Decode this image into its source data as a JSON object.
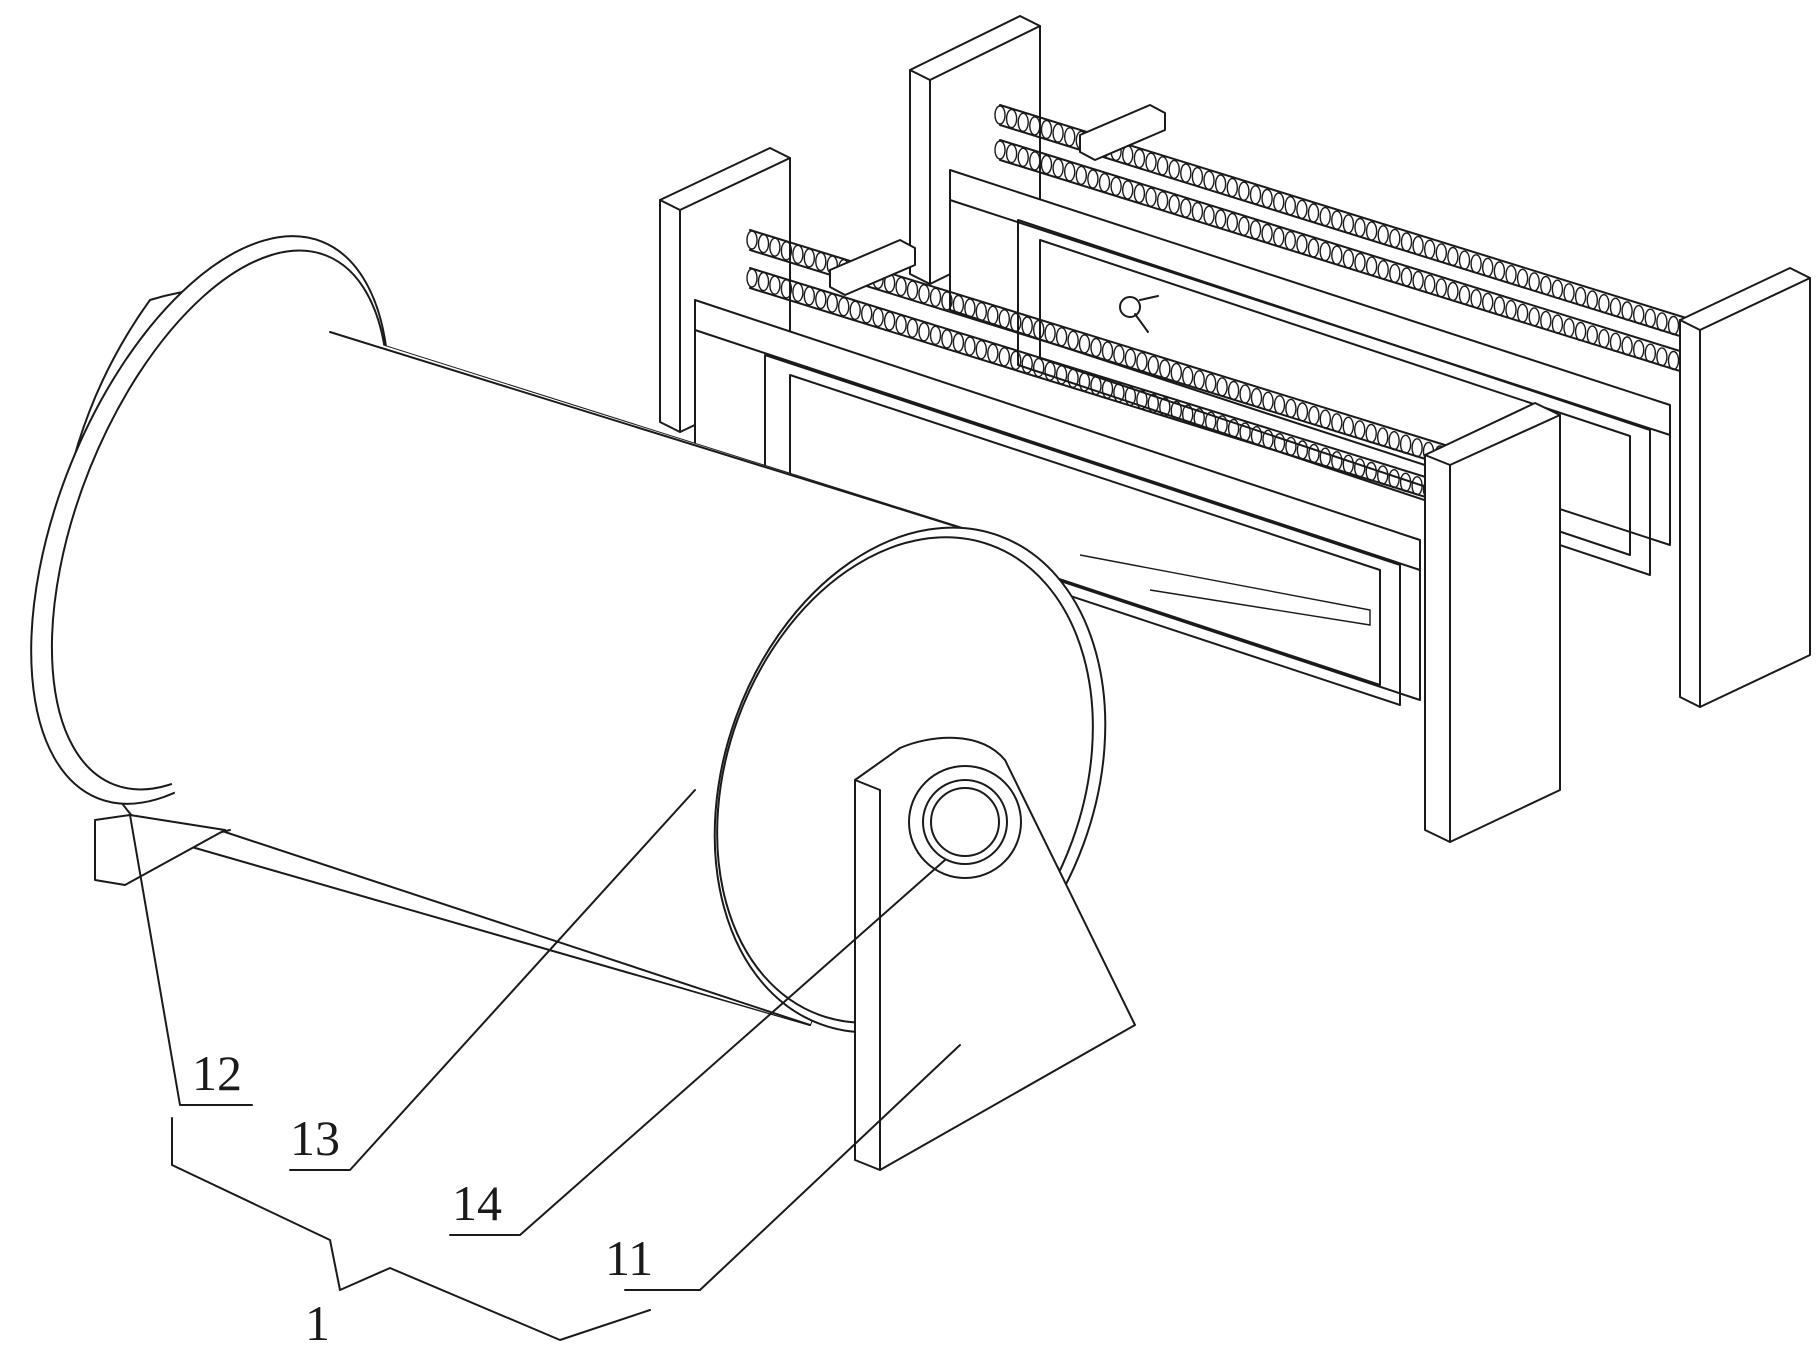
{
  "labels": {
    "assembly": "1",
    "part_11": "11",
    "part_12": "12",
    "part_13": "13",
    "part_14": "14"
  }
}
